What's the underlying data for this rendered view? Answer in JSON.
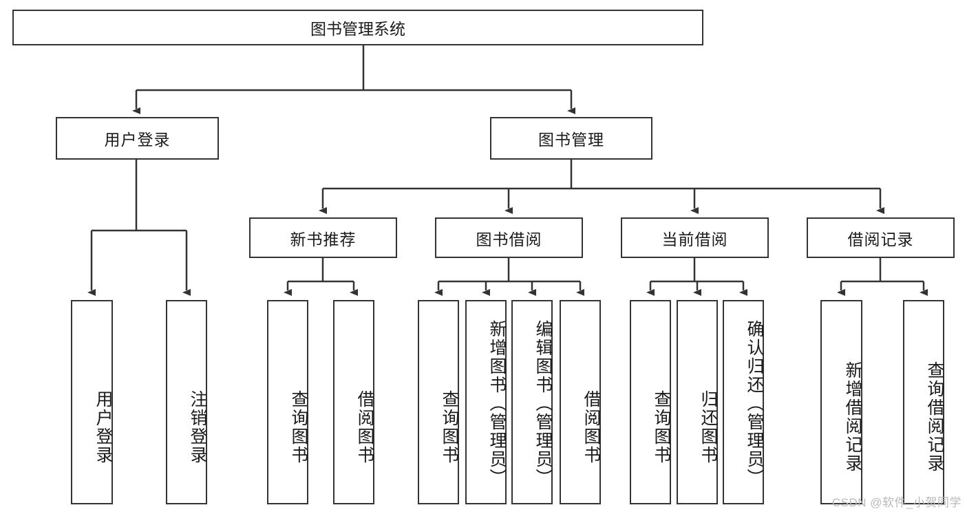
{
  "diagram": {
    "type": "tree-hierarchy",
    "title": "图书管理系统",
    "root": {
      "label": "图书管理系统"
    },
    "level2": [
      {
        "label": "用户登录"
      },
      {
        "label": "图书管理"
      }
    ],
    "level3": [
      {
        "label": "新书推荐"
      },
      {
        "label": "图书借阅"
      },
      {
        "label": "当前借阅"
      },
      {
        "label": "借阅记录"
      }
    ],
    "leaves": {
      "user_login": [
        {
          "label": "用户登录"
        },
        {
          "label": "注销登录"
        }
      ],
      "new_book_recommend": [
        {
          "label": "查询图书"
        },
        {
          "label": "借阅图书"
        }
      ],
      "book_borrow": [
        {
          "label": "查询图书"
        },
        {
          "label": "新增图书（管理员）"
        },
        {
          "label": "编辑图书（管理员）"
        },
        {
          "label": "借阅图书"
        }
      ],
      "current_borrow": [
        {
          "label": "查询图书"
        },
        {
          "label": "归还图书"
        },
        {
          "label": "确认归还（管理员）"
        }
      ],
      "borrow_records": [
        {
          "label": "新增借阅记录"
        },
        {
          "label": "查询借阅记录"
        }
      ]
    }
  },
  "watermark": {
    "text": "CSDN @软件_小贺同学"
  },
  "colors": {
    "stroke": "#333333",
    "text": "#1a1a1a",
    "background": "#ffffff",
    "watermark": "#b9b9b9"
  }
}
